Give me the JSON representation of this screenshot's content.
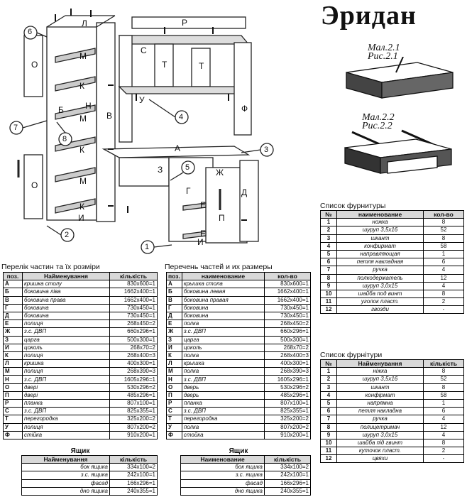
{
  "title": "Эридан",
  "drawer_captions": [
    {
      "line1": "Мал.2.1",
      "line2": "Рис.2.1"
    },
    {
      "line1": "Мал.2.2",
      "line2": "Рис.2.2"
    }
  ],
  "diagram_labels": [
    "6",
    "Л",
    "О",
    "М",
    "К",
    "Б",
    "Н",
    "М",
    "В",
    "7",
    "8",
    "К",
    "О",
    "М",
    "К",
    "И",
    "2",
    "Р",
    "С",
    "Т",
    "Т",
    "У",
    "4",
    "Ф",
    "А",
    "3",
    "З",
    "5",
    "Ж",
    "Г",
    "Д",
    "Е",
    "Е",
    "П",
    "И",
    "1"
  ],
  "parts_ua": {
    "title": "Перелік частин та їх розміри",
    "headers": [
      "поз.",
      "Найменування",
      "кількість"
    ],
    "rows": [
      [
        "А",
        "кришка столу",
        "830х600=1"
      ],
      [
        "Б",
        "боковина ліва",
        "1662х400=1"
      ],
      [
        "В",
        "боковина права",
        "1662х400=1"
      ],
      [
        "Г",
        "боковина",
        "730х450=1"
      ],
      [
        "Д",
        "боковина",
        "730х450=1"
      ],
      [
        "Е",
        "полиця",
        "268х450=2"
      ],
      [
        "Ж",
        "з.с. ДВП",
        "660х296=1"
      ],
      [
        "З",
        "царга",
        "500х300=1"
      ],
      [
        "И",
        "цоколь",
        "268х70=2"
      ],
      [
        "К",
        "полиця",
        "268х400=3"
      ],
      [
        "Л",
        "кришка",
        "400х300=1"
      ],
      [
        "М",
        "полиця",
        "268х390=3"
      ],
      [
        "Н",
        "з.с. ДВП",
        "1605х296=1"
      ],
      [
        "О",
        "двері",
        "530х296=2"
      ],
      [
        "П",
        "двері",
        "485х296=1"
      ],
      [
        "Р",
        "планка",
        "807х100=1"
      ],
      [
        "С",
        "з.с. ДВП",
        "825х355=1"
      ],
      [
        "Т",
        "перегородка",
        "325х200=2"
      ],
      [
        "У",
        "полиця",
        "807х200=2"
      ],
      [
        "Ф",
        "стійка",
        "910х200=1"
      ]
    ]
  },
  "parts_ru": {
    "title": "Перечень частей и их размеры",
    "headers": [
      "поз.",
      "наименование",
      "кол-во"
    ],
    "rows": [
      [
        "А",
        "крышка стола",
        "830х600=1"
      ],
      [
        "Б",
        "боковина левая",
        "1662х400=1"
      ],
      [
        "В",
        "боковина правая",
        "1662х400=1"
      ],
      [
        "Г",
        "боковина",
        "730х450=1"
      ],
      [
        "Д",
        "боковина",
        "730х450=1"
      ],
      [
        "Е",
        "полка",
        "268х450=2"
      ],
      [
        "Ж",
        "з.с. ДВП",
        "660х296=1"
      ],
      [
        "З",
        "царга",
        "500х300=1"
      ],
      [
        "И",
        "цоколь",
        "268х70=2"
      ],
      [
        "К",
        "полка",
        "268х400=3"
      ],
      [
        "Л",
        "крышка",
        "400х300=1"
      ],
      [
        "М",
        "полка",
        "268х390=3"
      ],
      [
        "Н",
        "з.с. ДВП",
        "1605х296=1"
      ],
      [
        "О",
        "дверь",
        "530х296=2"
      ],
      [
        "П",
        "дверь",
        "485х296=1"
      ],
      [
        "Р",
        "планка",
        "807х100=1"
      ],
      [
        "С",
        "з.с. ДВП",
        "825х355=1"
      ],
      [
        "Т",
        "перегородка",
        "325х200=2"
      ],
      [
        "У",
        "полка",
        "807х200=2"
      ],
      [
        "Ф",
        "стойка",
        "910х200=1"
      ]
    ]
  },
  "drawer_ua": {
    "title": "Ящик",
    "headers": [
      "Найменування",
      "кількість"
    ],
    "rows": [
      [
        "бок ящика",
        "334х100=2"
      ],
      [
        "з.с. ящика",
        "242х100=1"
      ],
      [
        "фасад",
        "166х296=1"
      ],
      [
        "дно ящика",
        "240х355=1"
      ]
    ]
  },
  "drawer_ru": {
    "title": "Ящик",
    "headers": [
      "Наименование",
      "кількість"
    ],
    "rows": [
      [
        "бок ящика",
        "334х100=2"
      ],
      [
        "з.с. ящика",
        "242х100=1"
      ],
      [
        "фасад",
        "166х296=1"
      ],
      [
        "дно ящика",
        "240х355=1"
      ]
    ]
  },
  "hardware_ru": {
    "title": "Список фурнитуры",
    "headers": [
      "№",
      "наименование",
      "кол-во"
    ],
    "rows": [
      [
        "1",
        "ножка",
        "8"
      ],
      [
        "2",
        "шуруп 3,5х16",
        "52"
      ],
      [
        "3",
        "шкант",
        "8"
      ],
      [
        "4",
        "конфирмат",
        "58"
      ],
      [
        "5",
        "направляющая",
        "1"
      ],
      [
        "6",
        "петля накладная",
        "6"
      ],
      [
        "7",
        "ручка",
        "4"
      ],
      [
        "8",
        "полкодержатель",
        "12"
      ],
      [
        "9",
        "шуруп 3,0х15",
        "4"
      ],
      [
        "10",
        "шайба под винт",
        "8"
      ],
      [
        "11",
        "уголок пласт.",
        "2"
      ],
      [
        "12",
        "гвозди",
        "-"
      ]
    ]
  },
  "hardware_ua": {
    "title": "Список фурнітури",
    "headers": [
      "№",
      "Найменування",
      "кількість"
    ],
    "rows": [
      [
        "1",
        "ніжка",
        "8"
      ],
      [
        "2",
        "шуруп 3,5х16",
        "52"
      ],
      [
        "3",
        "шкант",
        "8"
      ],
      [
        "4",
        "конфірмат",
        "58"
      ],
      [
        "5",
        "напрямна",
        "1"
      ],
      [
        "6",
        "петля накладна",
        "6"
      ],
      [
        "7",
        "ручка",
        "4"
      ],
      [
        "8",
        "полицетримач",
        "12"
      ],
      [
        "9",
        "шуруп 3,0х15",
        "4"
      ],
      [
        "10",
        "шайба під гвинт",
        "8"
      ],
      [
        "11",
        "куточок пласт.",
        "2"
      ],
      [
        "12",
        "цвяхи",
        "-"
      ]
    ]
  }
}
